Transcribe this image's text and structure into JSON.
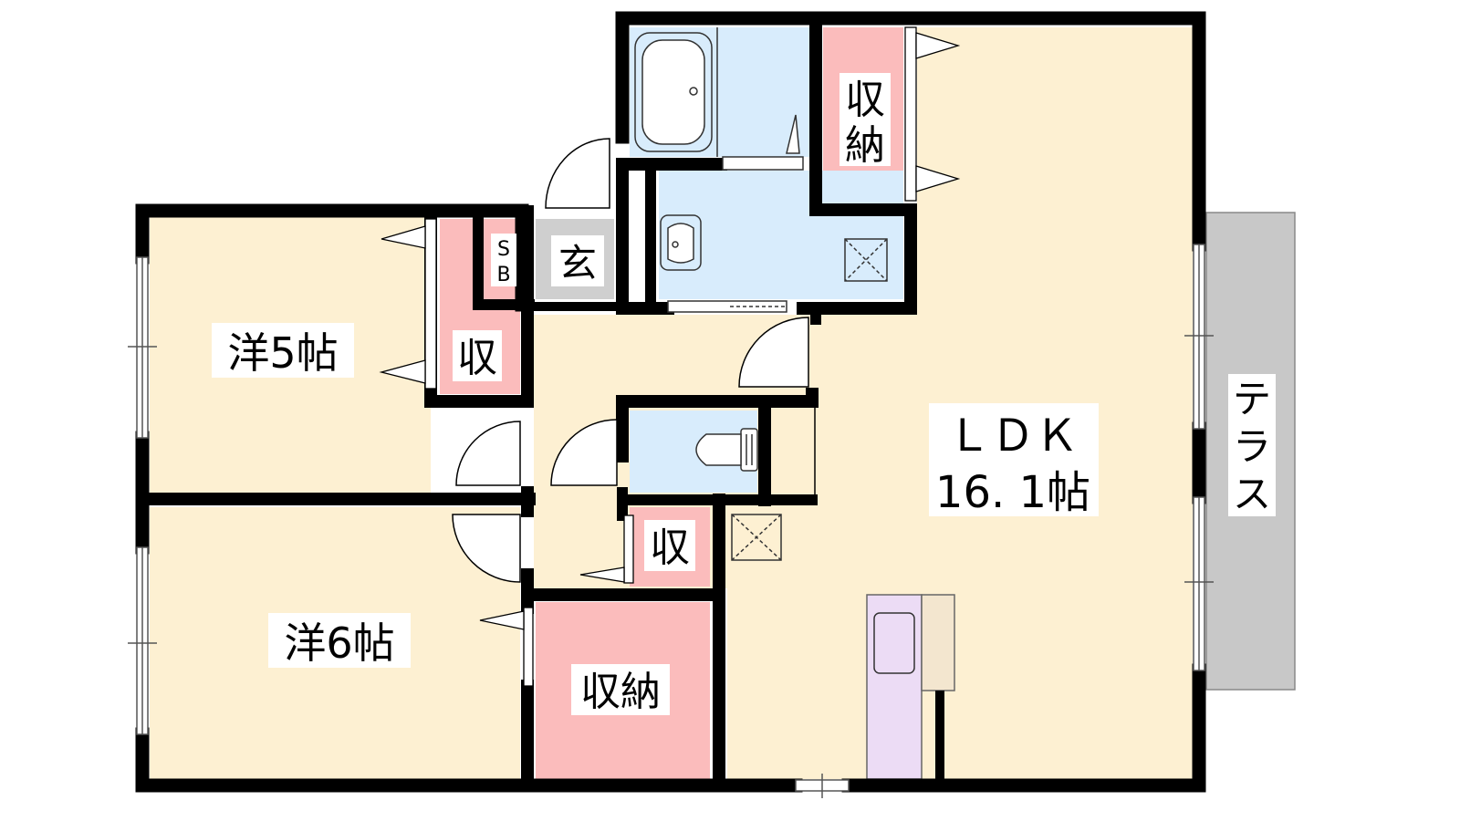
{
  "rooms": {
    "western_5": {
      "label": "洋5帖"
    },
    "western_6": {
      "label": "洋6帖"
    },
    "ldk": {
      "line1": "ＬＤＫ",
      "line2": "16. 1帖"
    },
    "entrance": {
      "label": "玄"
    },
    "shoe_box": {
      "line1": "S",
      "line2": "B"
    },
    "storage_top": {
      "line1": "収",
      "line2": "納"
    },
    "closet_5": {
      "label": "収"
    },
    "closet_hall": {
      "label": "収"
    },
    "storage_bottom": {
      "label": "収納"
    },
    "terrace": {
      "line1": "テ",
      "line2": "ラ",
      "line3": "ス"
    }
  },
  "colors": {
    "room_floor": "#fdf0d2",
    "storage": "#fbbcbc",
    "wet_area": "#d8ecfc",
    "entrance": "#cfcfcf",
    "terrace": "#c8c8c8",
    "kitchen_counter": "#ecdcf5",
    "kitchen_side": "#f3e6cf",
    "wall": "#000000"
  }
}
